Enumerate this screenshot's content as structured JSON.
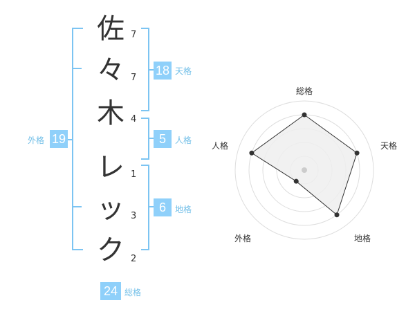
{
  "name_chars": [
    {
      "char": "佐",
      "strokes": "7"
    },
    {
      "char": "々",
      "strokes": "7"
    },
    {
      "char": "木",
      "strokes": "4"
    },
    {
      "char": "レ",
      "strokes": "1"
    },
    {
      "char": "ッ",
      "strokes": "3"
    },
    {
      "char": "ク",
      "strokes": "2"
    }
  ],
  "scores": {
    "tenkaku": {
      "value": "18",
      "label": "天格"
    },
    "jinkaku": {
      "value": "5",
      "label": "人格"
    },
    "chikaku": {
      "value": "6",
      "label": "地格"
    },
    "gaikaku": {
      "value": "19",
      "label": "外格"
    },
    "soukaku": {
      "value": "24",
      "label": "総格"
    }
  },
  "radar": {
    "axes": [
      "総格",
      "天格",
      "地格",
      "外格",
      "人格"
    ],
    "levels": 5,
    "values": [
      4,
      4,
      4,
      1,
      4
    ],
    "colors": {
      "fill": "#efefef",
      "line": "#333333",
      "rings": "#dddddd",
      "center": "#cccccc"
    }
  },
  "colors": {
    "accent": "#8fd0fa",
    "bracket": "#7cc4f2"
  }
}
